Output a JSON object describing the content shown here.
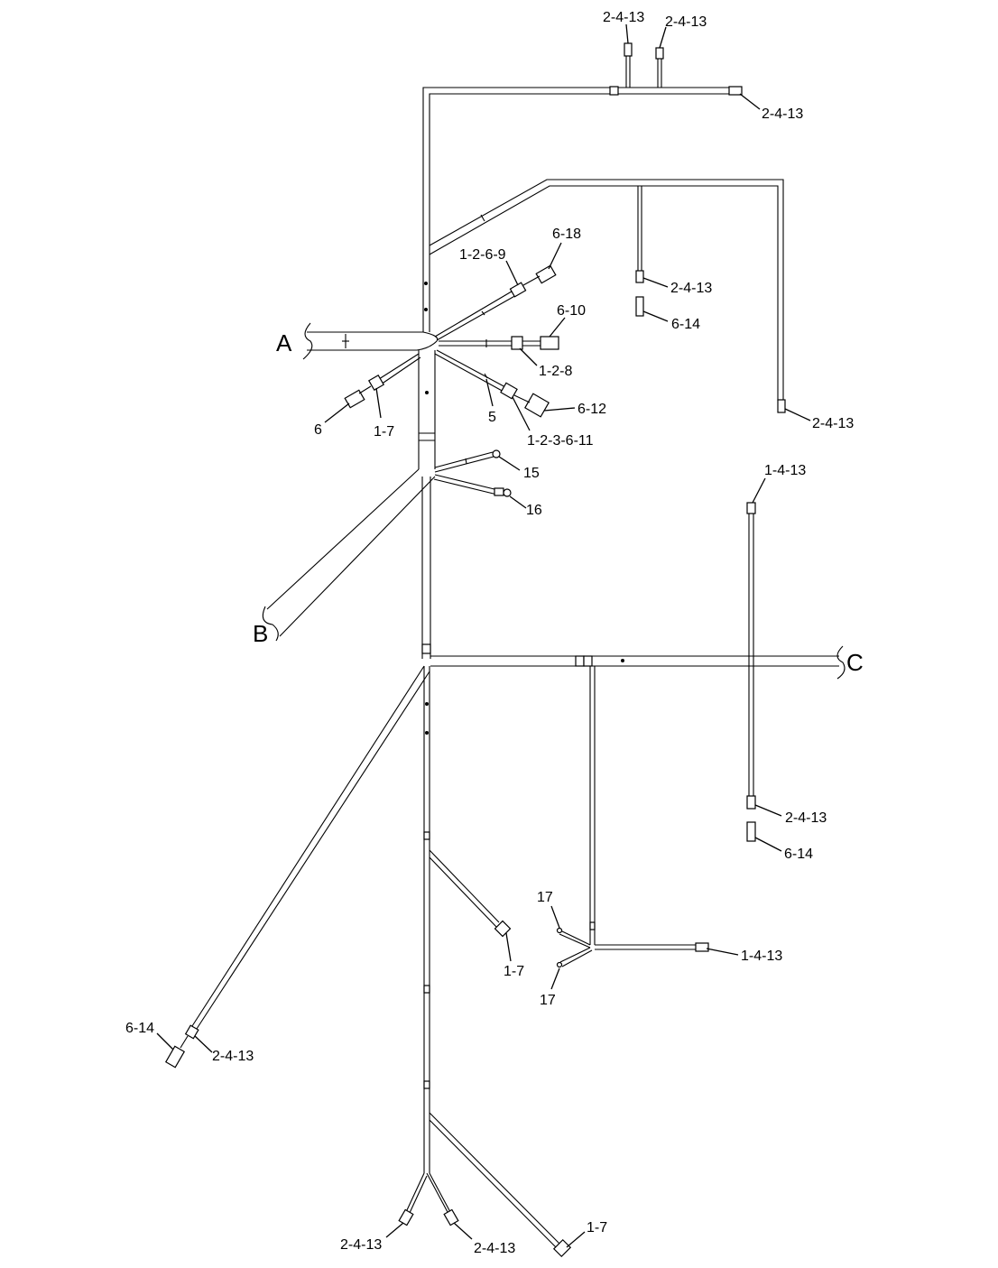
{
  "labels": {
    "top1": "2-4-13",
    "top2": "2-4-13",
    "top3": "2-4-13",
    "r1": "2-4-13",
    "r2": "6-14",
    "r3": "2-4-13",
    "a_6_18": "6-18",
    "a_1_2_6_9": "1-2-6-9",
    "a_6_10": "6-10",
    "a_1_2_8": "1-2-8",
    "a_6_12": "6-12",
    "a_5": "5",
    "a_1_2_3_6_11": "1-2-3-6-11",
    "a_6": "6",
    "a_1_7": "1-7",
    "a_15": "15",
    "a_16": "16",
    "c_1_4_13_top": "1-4-13",
    "c_2_4_13": "2-4-13",
    "c_6_14": "6-14",
    "m_17_top": "17",
    "m_17_bot": "17",
    "m_1_4_13": "1-4-13",
    "m_1_7": "1-7",
    "l_6_14": "6-14",
    "l_2_4_13": "2-4-13",
    "b_2_4_13_left": "2-4-13",
    "b_2_4_13_mid": "2-4-13",
    "b_1_7": "1-7",
    "cut_A": "A",
    "cut_B": "B",
    "cut_C": "C"
  }
}
